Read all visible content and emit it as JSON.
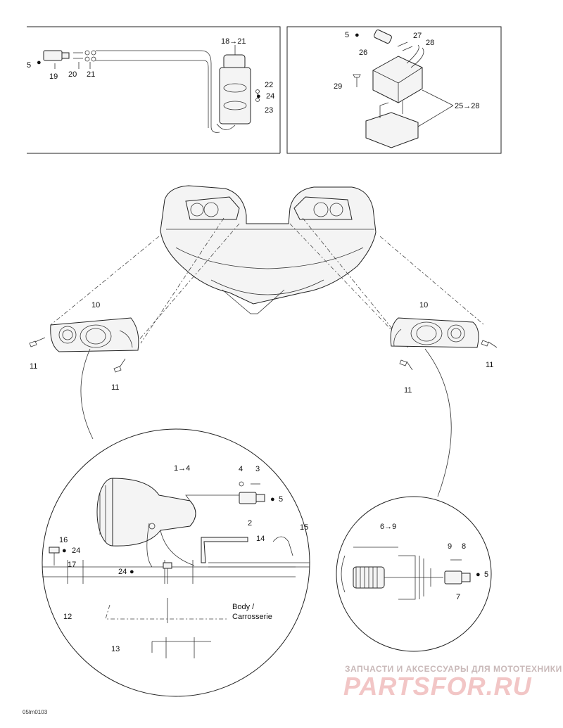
{
  "callouts": {
    "c5a": "5",
    "c19": "19",
    "c20": "20",
    "c21": "21",
    "c18_21": "18→21",
    "c22": "22",
    "c24a": "24",
    "c23": "23",
    "c5b": "5",
    "c26": "26",
    "c27": "27",
    "c28": "28",
    "c29": "29",
    "c25_28": "25→28",
    "c10a": "10",
    "c10b": "10",
    "c11a": "11",
    "c11b": "11",
    "c11c": "11",
    "c11d": "11",
    "c1_4": "1→4",
    "c4": "4",
    "c3": "3",
    "c5c": "5",
    "c2": "2",
    "c14": "14",
    "c15": "15",
    "c16": "16",
    "c24b": "24",
    "c17": "17",
    "c24c": "24",
    "c12": "12",
    "c13": "13",
    "c6_9": "6→9",
    "c9": "9",
    "c8": "8",
    "c5d": "5",
    "c7": "7"
  },
  "body_label_line1": "Body /",
  "body_label_line2": "Carrosserie",
  "watermark_text": "ЗАПЧАСТИ И АКСЕССУАРЫ ДЛЯ МОТОТЕХНИКИ",
  "watermark_logo": "PARTSFOR.RU",
  "doc_code": "05lm0103"
}
